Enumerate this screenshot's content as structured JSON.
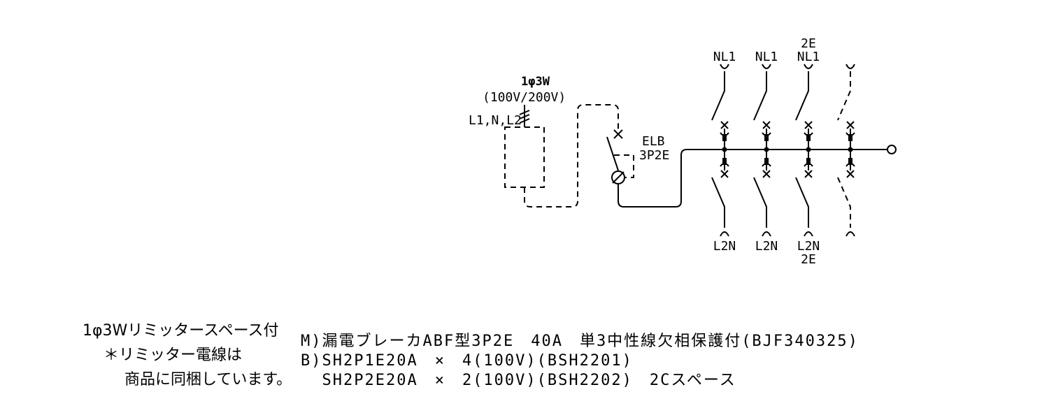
{
  "diagram": {
    "supply": {
      "phase": "1φ3W",
      "voltage": "(100V/200V)",
      "lines": "L1,N,L2"
    },
    "elb": {
      "name": "ELB",
      "poles": "3P2E"
    },
    "branches": [
      {
        "top_label": "NL1",
        "top_sub": "",
        "bottom_label": "L2N",
        "bottom_sub": "",
        "spare": false
      },
      {
        "top_label": "NL1",
        "top_sub": "",
        "bottom_label": "L2N",
        "bottom_sub": "",
        "spare": false
      },
      {
        "top_label": "NL1",
        "top_sub": "2E",
        "bottom_label": "L2N",
        "bottom_sub": "2E",
        "spare": false
      },
      {
        "top_label": "",
        "top_sub": "",
        "bottom_label": "",
        "bottom_sub": "",
        "spare": true
      }
    ]
  },
  "notes": {
    "line1": "1φ3Wリミッタースペース付",
    "line2": "＊リミッター電線は",
    "line3": "商品に同梱しています。"
  },
  "spec": {
    "m_line": "M)漏電ブレーカABF型3P2E　40A　単3中性線欠相保護付(BJF340325)",
    "b_line": "B)SH2P1E20A　×　4(100V)(BSH2201)",
    "b_line2": "  SH2P2E20A　×　2(100V)(BSH2202)　2Cスペース"
  }
}
